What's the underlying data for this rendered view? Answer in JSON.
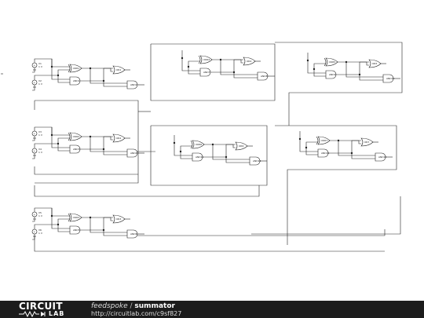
{
  "schematic": {
    "sources": [
      {
        "id": "V1",
        "value": "1 V"
      },
      {
        "id": "V2",
        "value": "1 V"
      },
      {
        "id": "V3",
        "value": "1 V"
      },
      {
        "id": "V4",
        "value": "1 V"
      },
      {
        "id": "V5",
        "value": "1 V"
      },
      {
        "id": "V6",
        "value": "1 V"
      }
    ],
    "gates": [
      {
        "id": "XOR1",
        "type": "xor"
      },
      {
        "id": "AND1",
        "type": "and"
      },
      {
        "id": "OR1",
        "type": "or"
      },
      {
        "id": "AND2",
        "type": "and"
      },
      {
        "id": "XOR2",
        "type": "xor"
      },
      {
        "id": "AND3",
        "type": "and"
      },
      {
        "id": "OR2",
        "type": "or"
      },
      {
        "id": "AND4",
        "type": "and"
      },
      {
        "id": "XOR3",
        "type": "xor"
      },
      {
        "id": "AND5",
        "type": "and"
      },
      {
        "id": "OR3",
        "type": "or"
      },
      {
        "id": "AND6",
        "type": "and"
      },
      {
        "id": "XOR4",
        "type": "xor"
      },
      {
        "id": "AND7",
        "type": "and"
      },
      {
        "id": "OR4",
        "type": "or"
      },
      {
        "id": "AND8",
        "type": "and"
      },
      {
        "id": "XOR5",
        "type": "xor"
      },
      {
        "id": "AND9",
        "type": "and"
      },
      {
        "id": "OR5",
        "type": "or"
      },
      {
        "id": "AND10",
        "type": "and"
      },
      {
        "id": "XOR6",
        "type": "xor"
      },
      {
        "id": "AND11",
        "type": "and"
      },
      {
        "id": "OR6",
        "type": "or"
      },
      {
        "id": "AND12",
        "type": "and"
      },
      {
        "id": "XOR7",
        "type": "xor"
      },
      {
        "id": "AND13",
        "type": "and"
      },
      {
        "id": "OR7",
        "type": "or"
      },
      {
        "id": "AND14",
        "type": "and"
      }
    ]
  },
  "footer": {
    "logo_top": "CIRCUIT",
    "logo_bottom": "LAB",
    "author": "feedspoke",
    "separator": "/",
    "circuit_name": "summator",
    "url": "http://circuitlab.com/c9sf827"
  },
  "colors": {
    "wire": "#222222",
    "footer_bg": "#1c1c1c"
  }
}
